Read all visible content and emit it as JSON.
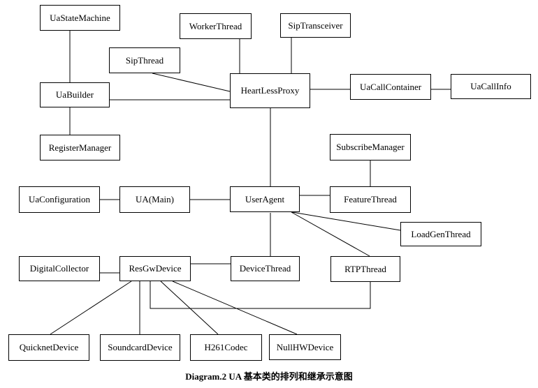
{
  "diagram": {
    "caption": "Diagram.2 UA 基本类的排列和继承示意图",
    "colors": {
      "background": "#ffffff",
      "box_fill": "#ffffff",
      "box_border": "#000000",
      "line": "#000000",
      "text": "#000000"
    },
    "nodes": [
      {
        "id": "UaStateMachine",
        "label": "UaStateMachine"
      },
      {
        "id": "WorkerThread",
        "label": "WorkerThread"
      },
      {
        "id": "SipTransceiver",
        "label": "SipTransceiver"
      },
      {
        "id": "SipThread",
        "label": "SipThread"
      },
      {
        "id": "HeartLessProxy",
        "label": "HeartLessProxy"
      },
      {
        "id": "UaCallContainer",
        "label": "UaCallContainer"
      },
      {
        "id": "UaCallInfo",
        "label": "UaCallInfo"
      },
      {
        "id": "UaBuilder",
        "label": "UaBuilder"
      },
      {
        "id": "RegisterManager",
        "label": "RegisterManager"
      },
      {
        "id": "SubscribeManager",
        "label": "SubscribeManager"
      },
      {
        "id": "UaConfiguration",
        "label": "UaConfiguration"
      },
      {
        "id": "UAMain",
        "label": "UA(Main)"
      },
      {
        "id": "UserAgent",
        "label": "UserAgent"
      },
      {
        "id": "FeatureThread",
        "label": "FeatureThread"
      },
      {
        "id": "LoadGenThread",
        "label": "LoadGenThread"
      },
      {
        "id": "DigitalCollector",
        "label": "DigitalCollector"
      },
      {
        "id": "ResGwDevice",
        "label": "ResGwDevice"
      },
      {
        "id": "DeviceThread",
        "label": "DeviceThread"
      },
      {
        "id": "RTPThread",
        "label": "RTPThread"
      },
      {
        "id": "QuicknetDevice",
        "label": "QuicknetDevice"
      },
      {
        "id": "SoundcardDevice",
        "label": "SoundcardDevice"
      },
      {
        "id": "H261Codec",
        "label": "H261Codec"
      },
      {
        "id": "NullHWDevice",
        "label": "NullHWDevice"
      }
    ],
    "edges": [
      {
        "from": "UaStateMachine",
        "to": "UaBuilder"
      },
      {
        "from": "UaBuilder",
        "to": "RegisterManager"
      },
      {
        "from": "UaBuilder",
        "to": "HeartLessProxy"
      },
      {
        "from": "SipThread",
        "to": "HeartLessProxy"
      },
      {
        "from": "WorkerThread",
        "to": "HeartLessProxy"
      },
      {
        "from": "SipTransceiver",
        "to": "HeartLessProxy"
      },
      {
        "from": "HeartLessProxy",
        "to": "UaCallContainer"
      },
      {
        "from": "UaCallContainer",
        "to": "UaCallInfo"
      },
      {
        "from": "HeartLessProxy",
        "to": "UserAgent"
      },
      {
        "from": "UaConfiguration",
        "to": "UAMain"
      },
      {
        "from": "UAMain",
        "to": "UserAgent"
      },
      {
        "from": "UserAgent",
        "to": "FeatureThread"
      },
      {
        "from": "SubscribeManager",
        "to": "FeatureThread"
      },
      {
        "from": "UserAgent",
        "to": "LoadGenThread"
      },
      {
        "from": "UserAgent",
        "to": "RTPThread"
      },
      {
        "from": "UserAgent",
        "to": "DeviceThread"
      },
      {
        "from": "DigitalCollector",
        "to": "ResGwDevice"
      },
      {
        "from": "ResGwDevice",
        "to": "DeviceThread"
      },
      {
        "from": "ResGwDevice",
        "to": "RTPThread"
      },
      {
        "from": "ResGwDevice",
        "to": "QuicknetDevice"
      },
      {
        "from": "ResGwDevice",
        "to": "SoundcardDevice"
      },
      {
        "from": "ResGwDevice",
        "to": "H261Codec"
      },
      {
        "from": "ResGwDevice",
        "to": "NullHWDevice"
      }
    ]
  }
}
